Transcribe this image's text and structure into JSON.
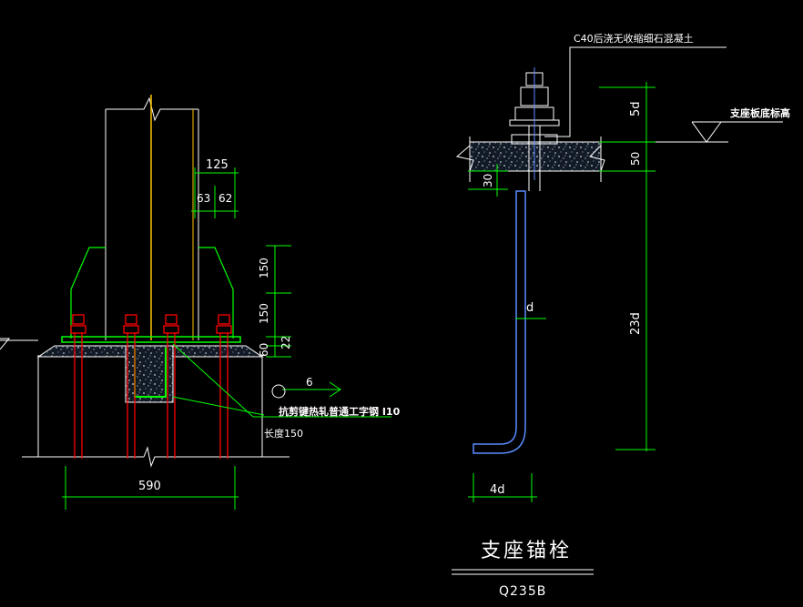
{
  "left_detail": {
    "dim_125": "125",
    "dim_63": "63",
    "dim_62": "62",
    "dim_150_top": "150",
    "dim_150_mid": "150",
    "dim_60": "60",
    "dim_22": "22",
    "dim_590": "590",
    "section_ref": "6",
    "note_shear_key": "抗剪键热轧普通工字钢 I10",
    "note_length": "长度150"
  },
  "right_detail": {
    "concrete_note": "C40后浇无收缩细石混凝土",
    "base_level_note": "支座板底标高",
    "dim_5d": "5d",
    "dim_50": "50",
    "dim_30": "30",
    "dim_23d": "23d",
    "dim_d": "d",
    "dim_4d": "4d"
  },
  "title_block": {
    "title": "支座锚栓",
    "material": "Q235B"
  },
  "colors": {
    "background": "#000000",
    "lines": "#ffffff",
    "dimensions": "#00ff00",
    "bolts": "#ff0000",
    "column_web": "#ffc000",
    "stiffener": "#00ff00",
    "concrete_fill": "#1e2a3a"
  }
}
